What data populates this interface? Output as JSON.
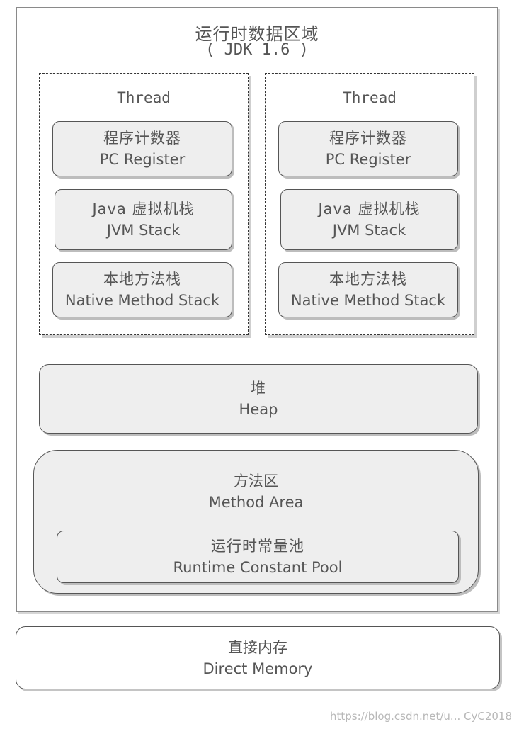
{
  "title": {
    "cn": "运行时数据区域",
    "en": "( JDK 1.6 )"
  },
  "threads": [
    {
      "label": "Thread",
      "pc": {
        "cn": "程序计数器",
        "en": "PC Register"
      },
      "jvm": {
        "cn": "Java 虚拟机栈",
        "en": "JVM Stack"
      },
      "native": {
        "cn": "本地方法栈",
        "en": "Native Method Stack"
      }
    },
    {
      "label": "Thread",
      "pc": {
        "cn": "程序计数器",
        "en": "PC Register"
      },
      "jvm": {
        "cn": "Java 虚拟机栈",
        "en": "JVM Stack"
      },
      "native": {
        "cn": "本地方法栈",
        "en": "Native Method Stack"
      }
    }
  ],
  "heap": {
    "cn": "堆",
    "en": "Heap"
  },
  "method_area": {
    "cn": "方法区",
    "en": "Method Area",
    "pool": {
      "cn": "运行时常量池",
      "en": "Runtime Constant Pool"
    }
  },
  "direct_memory": {
    "cn": "直接内存",
    "en": "Direct Memory"
  },
  "watermark": "https://blog.csdn.net/u... CyC2018"
}
